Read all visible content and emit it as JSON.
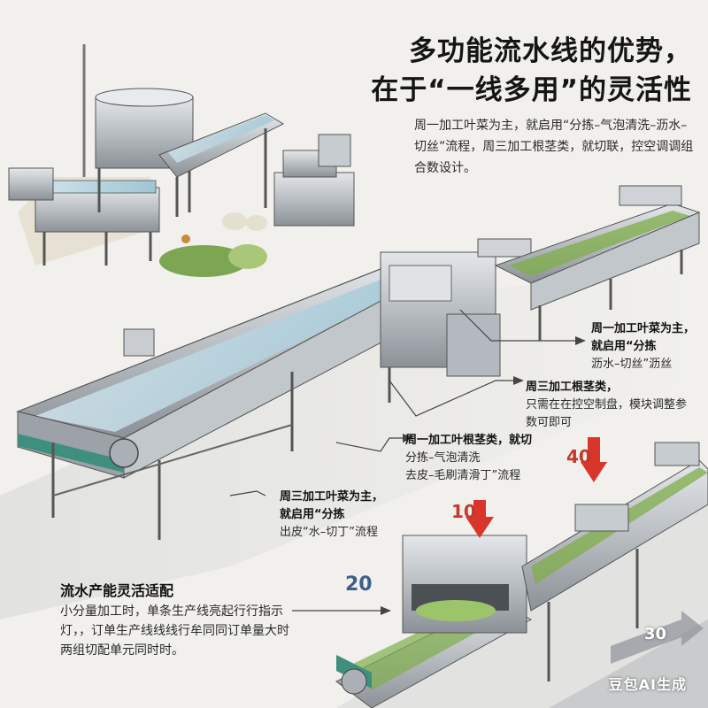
{
  "title": {
    "line1": "多功能流水线的优势，",
    "line2": "在于“一线多用”的灵活性"
  },
  "intro": "周一加工叶菜为主，就启用“分拣–气泡清洗–沥水–切丝”流程，周三加工根茎类，就切联，控空调调组合数设计。",
  "callouts": [
    {
      "line1": "周一加工叶菜为主，",
      "line2": "就启用“分拣",
      "line3": "沥水–切丝”沥丝"
    },
    {
      "line1": "周三加工根茎类，",
      "line2": "只需在在控空制盘，模块调整参",
      "line3": "数可即可"
    },
    {
      "line1": "周一加工叶根茎类，就切",
      "line2": "分拣–气泡清洗",
      "line3": "去皮–毛刷清滑丁”流程"
    },
    {
      "line1": "周三加工叶菜为主，",
      "line2": "就启用“分拣",
      "line3": "出皮“水–切丁”流程"
    }
  ],
  "section": {
    "heading": "流水产能灵活适配",
    "body": "小分量加工时，单条生产线亮起行行指示灯，，订单生产线线线行牟同同订单量大时两组切配单元同时时。"
  },
  "numbers": {
    "n40": "40",
    "n10": "10",
    "n20": "20",
    "n30": "30"
  },
  "watermark": "豆包AI生成",
  "colors": {
    "steel": "#b8bdc2",
    "steel_dark": "#7d848a",
    "belt": "#3f8f7f",
    "red": "#d8362a",
    "blue": "#3f5f8a",
    "lettuce": "#7fae4a"
  }
}
